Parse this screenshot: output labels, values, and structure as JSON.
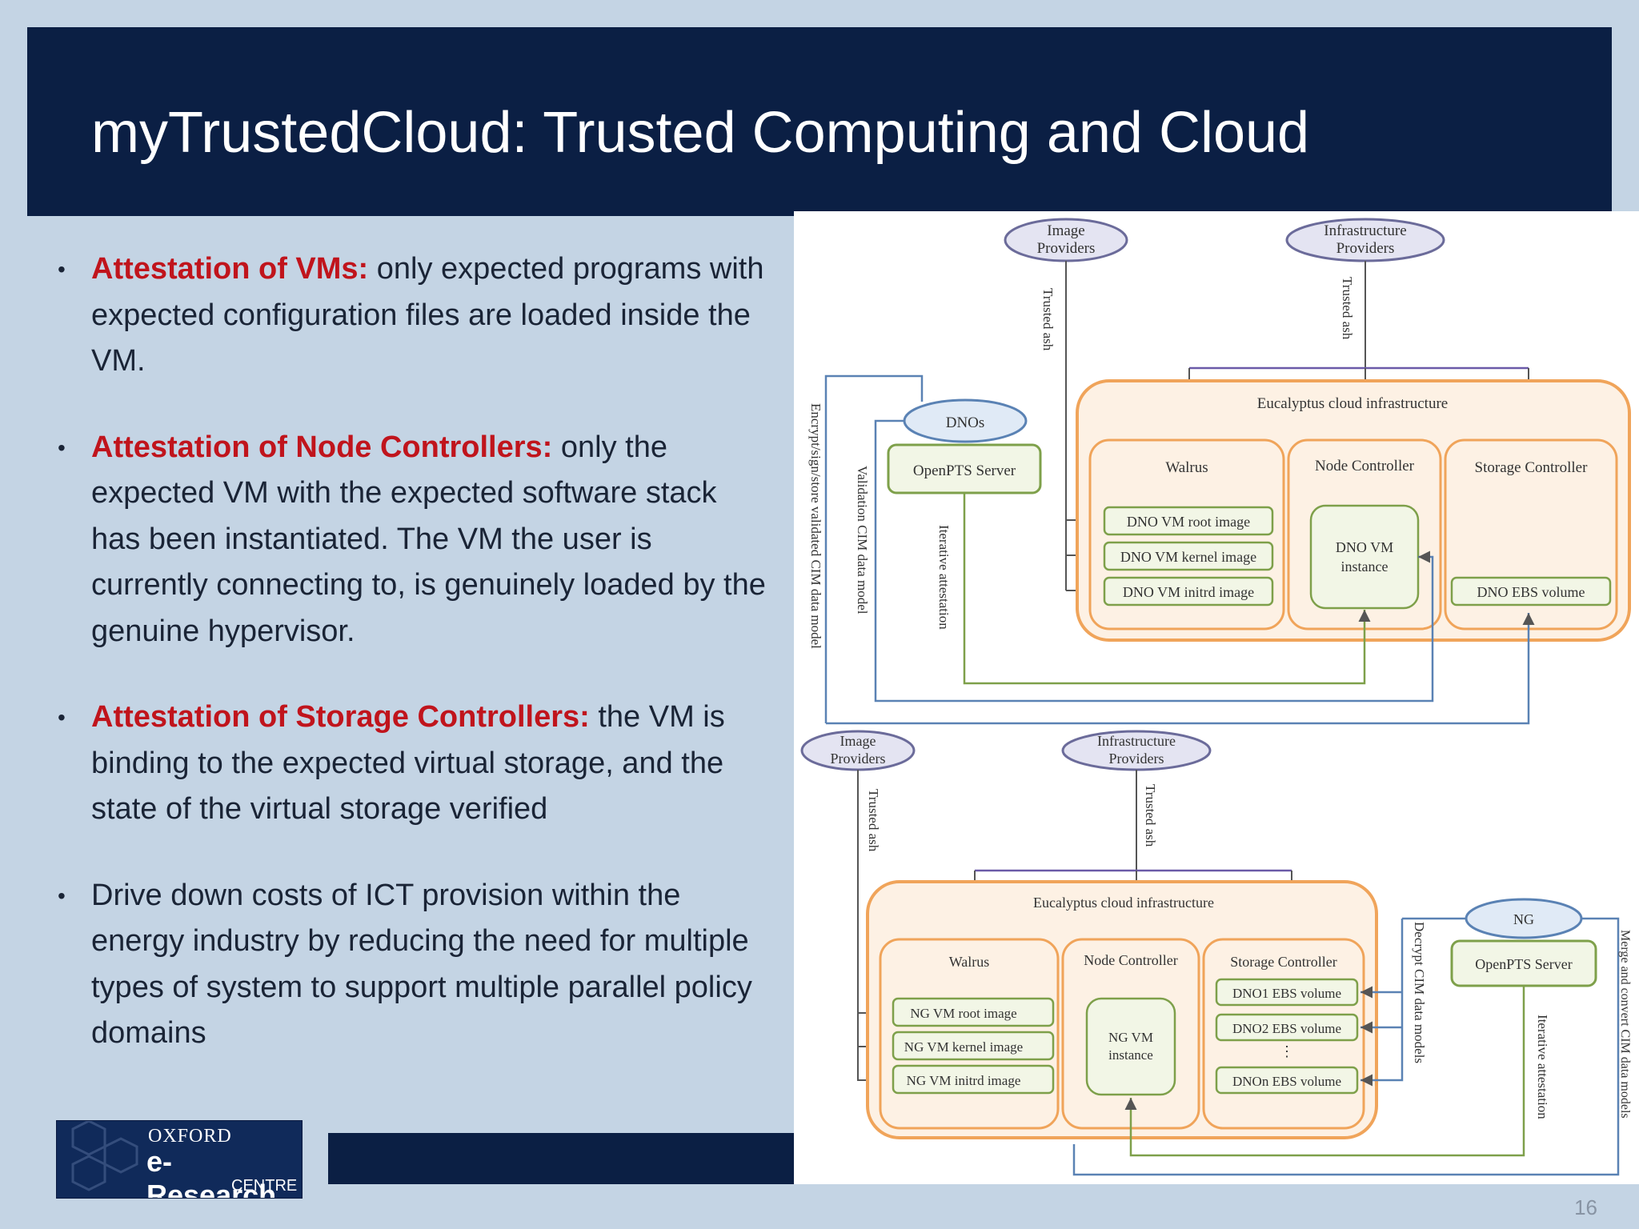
{
  "slide": {
    "title": "myTrustedCloud: Trusted Computing and Cloud",
    "page_number": "16"
  },
  "bullets": [
    {
      "highlight": "Attestation of VMs:",
      "text": " only expected programs with expected configuration files are loaded inside the VM."
    },
    {
      "highlight": "Attestation of Node Controllers:",
      "text": " only the expected VM with the expected software stack has been instantiated. The VM the user is currently connecting to, is genuinely loaded by the genuine hypervisor."
    },
    {
      "highlight": "Attestation of Storage Controllers:",
      "text": " the VM is binding to the expected virtual storage, and the state of the virtual storage verified"
    },
    {
      "highlight": "",
      "text": "Drive down costs of ICT provision within the energy industry by reducing the need for multiple types of system to support multiple parallel policy domains"
    }
  ],
  "logo": {
    "line1": "OXFORD",
    "line2": "e-Research",
    "line3": "CENTRE"
  },
  "diagram": {
    "top": {
      "image_providers": [
        "Image",
        "Providers"
      ],
      "infra_providers": [
        "Infrastructure",
        "Providers"
      ],
      "trusted_ash": "Trusted ash",
      "dnos": "DNOs",
      "openpts": "OpenPTS Server",
      "cloud": "Eucalyptus cloud infrastructure",
      "walrus": "Walrus",
      "node_controller": "Node Controller",
      "storage_controller": "Storage Controller",
      "vm_root": "DNO VM root image",
      "vm_kernel": "DNO VM kernel image",
      "vm_initrd": "DNO VM initrd image",
      "vm_instance": [
        "DNO VM",
        "instance"
      ],
      "ebs": "DNO EBS volume",
      "encrypt_label": "Encrypt/sign/store validated CIM data model",
      "validation_label": "Validation CIM data model",
      "iterative_label": "Iterative attestation"
    },
    "bottom": {
      "image_providers": [
        "Image",
        "Providers"
      ],
      "infra_providers": [
        "Infrastructure",
        "Providers"
      ],
      "trusted_ash": "Trusted ash",
      "ng": "NG",
      "openpts": "OpenPTS Server",
      "cloud": "Eucalyptus cloud infrastructure",
      "walrus": "Walrus",
      "node_controller": "Node Controller",
      "storage_controller": "Storage Controller",
      "vm_root": "NG VM root image",
      "vm_kernel": "NG VM kernel image",
      "vm_initrd": "NG VM initrd image",
      "vm_instance": [
        "NG VM",
        "instance"
      ],
      "ebs1": "DNO1 EBS volume",
      "ebs2": "DNO2 EBS volume",
      "ebs_dots": "⋮",
      "ebsn": "DNOn EBS volume",
      "decrypt_label": "Decrypt CIM data models",
      "iterative_label": "Iterative attestation",
      "merge_label": "Merge and convert CIM data models"
    }
  }
}
